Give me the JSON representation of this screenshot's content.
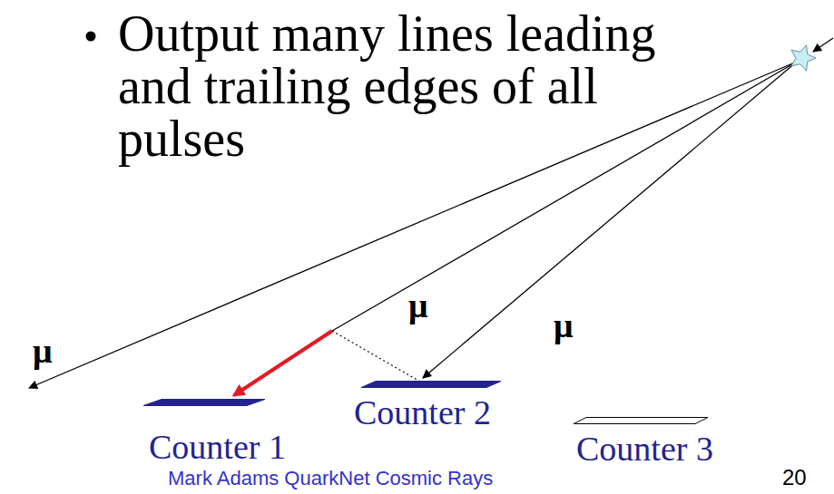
{
  "diagram": {
    "nodes": [
      {
        "text": [
          "Counter 1"
        ]
      },
      {
        "text": [
          "Counter 2"
        ]
      },
      {
        "text": [
          "Counter 3"
        ]
      }
    ],
    "labels": [
      "Output many lines leading and trailing edges of all pulses",
      "μ",
      "μ",
      "μ",
      "Mark Adams QuarkNet Cosmic Rays",
      "20"
    ]
  }
}
